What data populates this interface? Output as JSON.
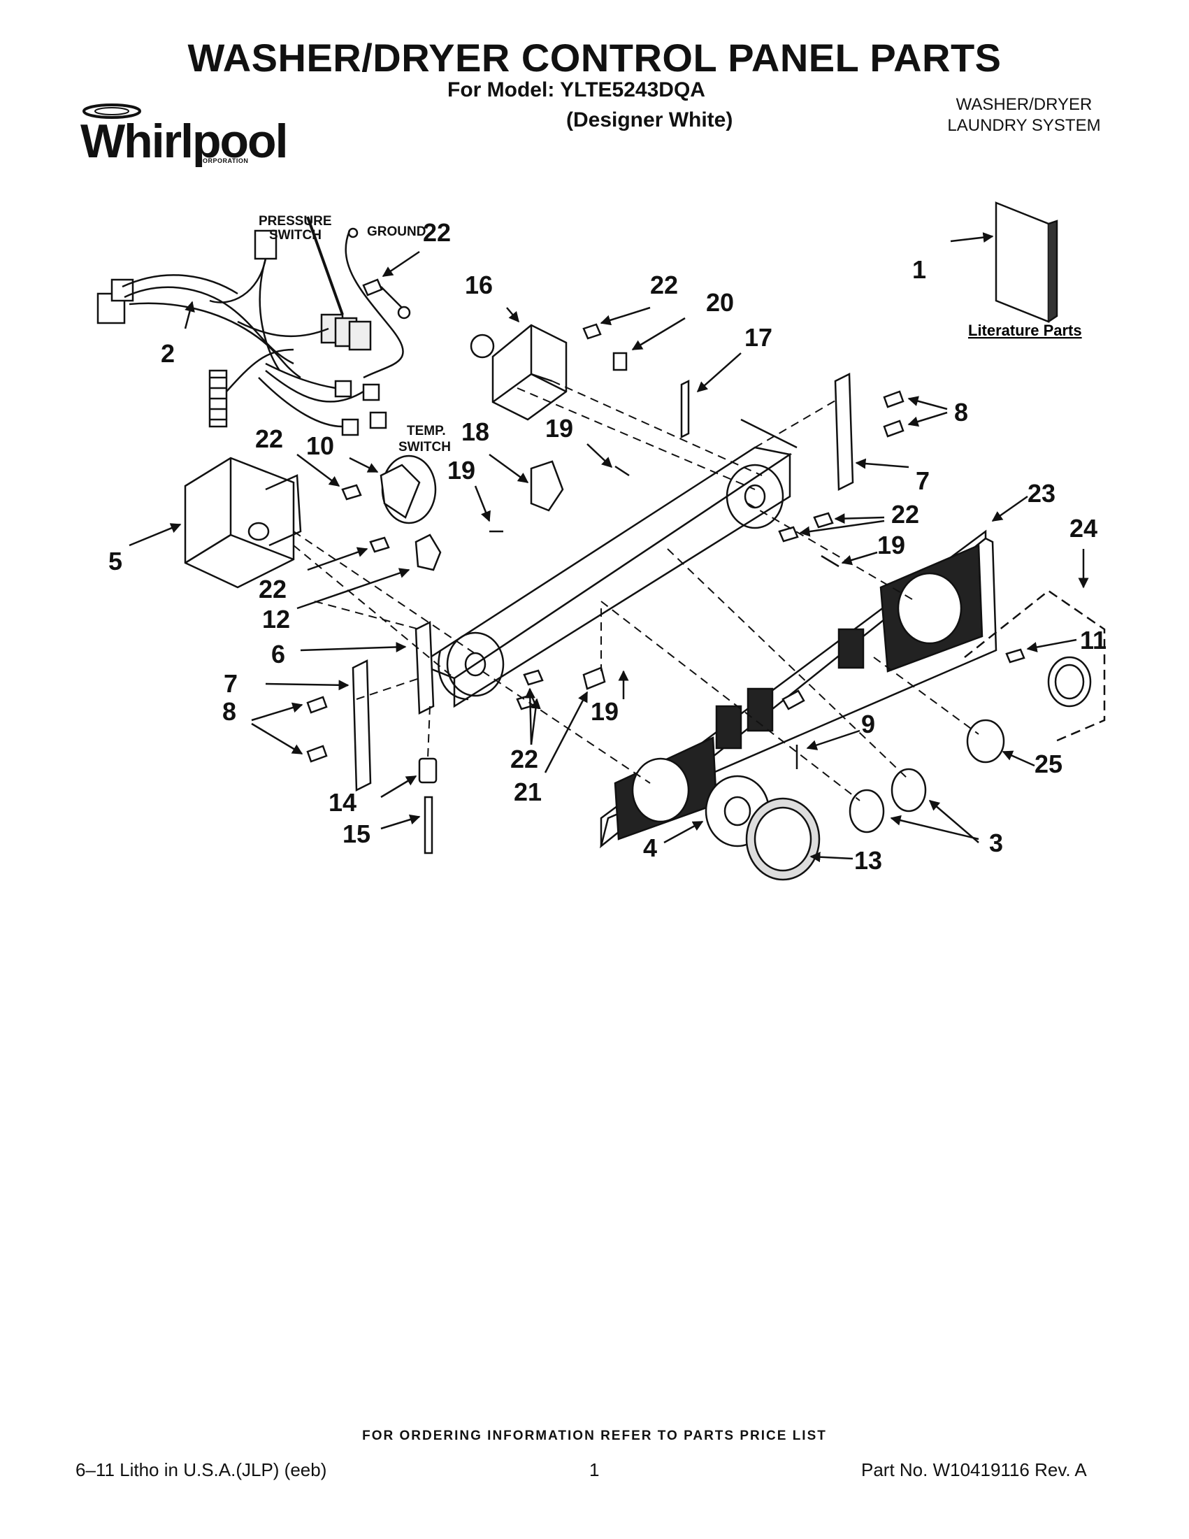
{
  "header": {
    "title": "WASHER/DRYER CONTROL PANEL PARTS",
    "model_line": "For Model: YLTE5243DQA",
    "color_line": "(Designer White)",
    "system_line1": "WASHER/DRYER",
    "system_line2": "LAUNDRY SYSTEM"
  },
  "logo": {
    "word": "Whirlpool",
    "corporation": "CORPORATION"
  },
  "diagram": {
    "labels": {
      "pressure_switch_1": "PRESSURE",
      "pressure_switch_2": "SWITCH",
      "ground": "GROUND",
      "temp_switch_1": "TEMP.",
      "temp_switch_2": "SWITCH",
      "literature_parts": "Literature Parts"
    },
    "callouts": {
      "c1": "1",
      "c2": "2",
      "c3": "3",
      "c4": "4",
      "c5": "5",
      "c6": "6",
      "c7a": "7",
      "c7b": "7",
      "c8a": "8",
      "c8b": "8",
      "c9": "9",
      "c10": "10",
      "c11": "11",
      "c12": "12",
      "c13": "13",
      "c14": "14",
      "c15": "15",
      "c16": "16",
      "c17": "17",
      "c18": "18",
      "c19a": "19",
      "c19b": "19",
      "c19c": "19",
      "c19d": "19",
      "c20": "20",
      "c21": "21",
      "c22a": "22",
      "c22b": "22",
      "c22c": "22",
      "c22d": "22",
      "c22e": "22",
      "c22f": "22",
      "c23": "23",
      "c24": "24",
      "c25": "25"
    }
  },
  "footer": {
    "ordering": "FOR ORDERING INFORMATION REFER TO PARTS PRICE LIST",
    "litho": "6–11 Litho in U.S.A.(JLP) (eeb)",
    "page": "1",
    "part_no": "Part No. W10419116 Rev. A"
  }
}
